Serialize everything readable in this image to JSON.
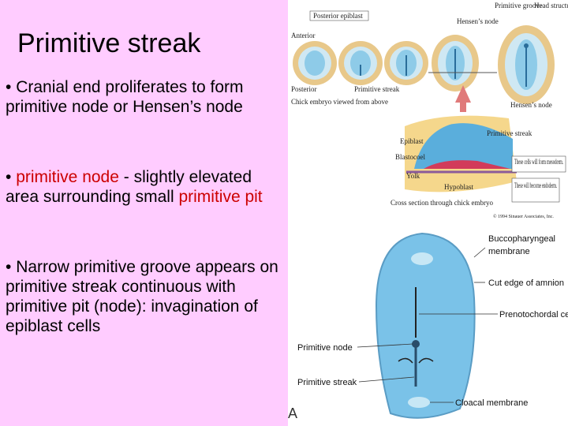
{
  "slide": {
    "title": "Primitive streak",
    "bullets": [
      {
        "prefix": "• ",
        "text": "Cranial end proliferates to form primitive node or Hensen’s node"
      },
      {
        "prefix": "• ",
        "red1": "primitive node",
        "mid": " - slightly elevated area surrounding small ",
        "red2": "primitive pit"
      },
      {
        "prefix": "• ",
        "text": "Narrow primitive groove appears on primitive streak continuous with primitive pit (node): invagination of epiblast cells"
      }
    ]
  },
  "top_figure": {
    "labels": {
      "posterior_epiblast": "Posterior epiblast",
      "primitive_groove": "Primitive groove",
      "head_structure": "Head structure forming",
      "hensens_node_top": "Hensen’s node",
      "anterior": "Anterior",
      "posterior": "Posterior",
      "primitive_streak": "Primitive streak",
      "chick_embryo": "Chick embryo viewed from above",
      "hensens_node_right": "Hensen’s node",
      "epiblast": "Epiblast",
      "blastocoel": "Blastocoel",
      "yolk": "Yolk",
      "hypoblast": "Hypoblast",
      "primitive_streak_2": "Primitive streak",
      "mesoderm_note": "These cells will form mesoderm.",
      "endoderm_note": "These will become endoderm.",
      "cross_section": "Cross section through chick embryo",
      "copyright": "© 1994 Sinauer Associates, Inc."
    }
  },
  "bottom_figure": {
    "labels": {
      "bucco": "Buccopharyngeal membrane",
      "cut_edge": "Cut edge of amnion",
      "prenotochordal": "Prenotochordal cells",
      "primitive_node": "Primitive node",
      "primitive_streak": "Primitive streak",
      "cloacal": "Cloacal membrane"
    },
    "panel_letter": "A"
  },
  "colors": {
    "background": "#ffccff",
    "highlight": "#cc0000",
    "embryo_blue": "#6ab6dc",
    "yolk_ring": "#e8c88a"
  }
}
